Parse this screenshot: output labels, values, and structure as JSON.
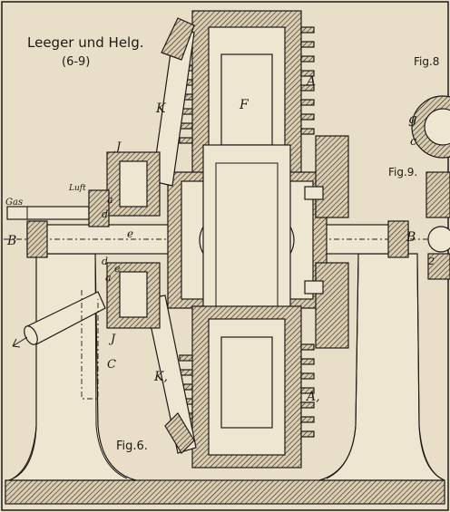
{
  "header": {
    "title": "Leeger und Helg.",
    "subtitle": "(6-9)"
  },
  "figures": {
    "fig6": "Fig.6.",
    "fig8": "Fig.8",
    "fig9": "Fig.9."
  },
  "labels": {
    "gas": "Gas",
    "luft": "Luft",
    "A": "A",
    "A1": "A,",
    "B_left": "B",
    "B_right": "B",
    "C": "C",
    "F": "F",
    "J_top": "J",
    "J_bottom": "J",
    "K_top": "K",
    "K_bottom": "K,",
    "a_top": "a",
    "a_bottom": "a",
    "d_top": "d",
    "d_bottom": "d",
    "e": "e",
    "e_lower": "e",
    "g": "g",
    "c": "c",
    "two": "2"
  },
  "colors": {
    "paper": "#e9dfc8",
    "ink": "#1e1a14",
    "section_fill": "#efe6d1"
  }
}
